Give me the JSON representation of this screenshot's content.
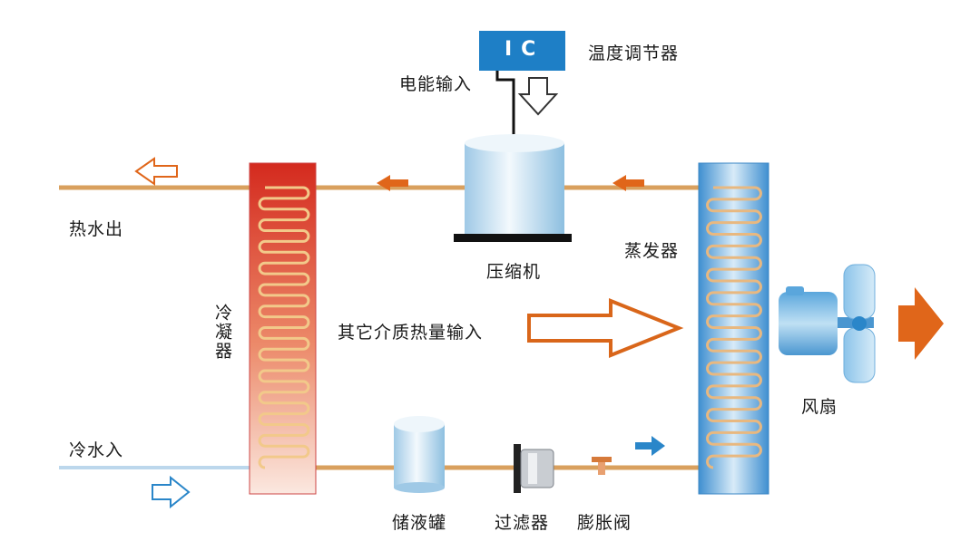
{
  "labels": {
    "ic": "IC",
    "thermostat": "温度调节器",
    "power_input": "电能输入",
    "compressor": "压缩机",
    "hot_water_out": "热水出",
    "cold_water_in": "冷水入",
    "condenser": "冷凝器",
    "evaporator": "蒸发器",
    "other_heat_input": "其它介质热量输入",
    "fan": "风扇",
    "receiver_tank": "储液罐",
    "filter": "过滤器",
    "expansion_valve": "膨胀阀"
  },
  "colors": {
    "pipe": "#d9a05e",
    "arrow_orange": "#e0661a",
    "arrow_blue": "#2a86c9",
    "ic_box": "#1e7fc6",
    "condenser_red": "#d9392a",
    "evaporator_blue": "#4a9bd6"
  },
  "icons": {
    "compressor": "compressor-cylinder-icon",
    "fan": "fan-motor-icon",
    "tank": "receiver-tank-icon",
    "filter": "filter-drier-icon",
    "valve": "expansion-valve-icon"
  }
}
